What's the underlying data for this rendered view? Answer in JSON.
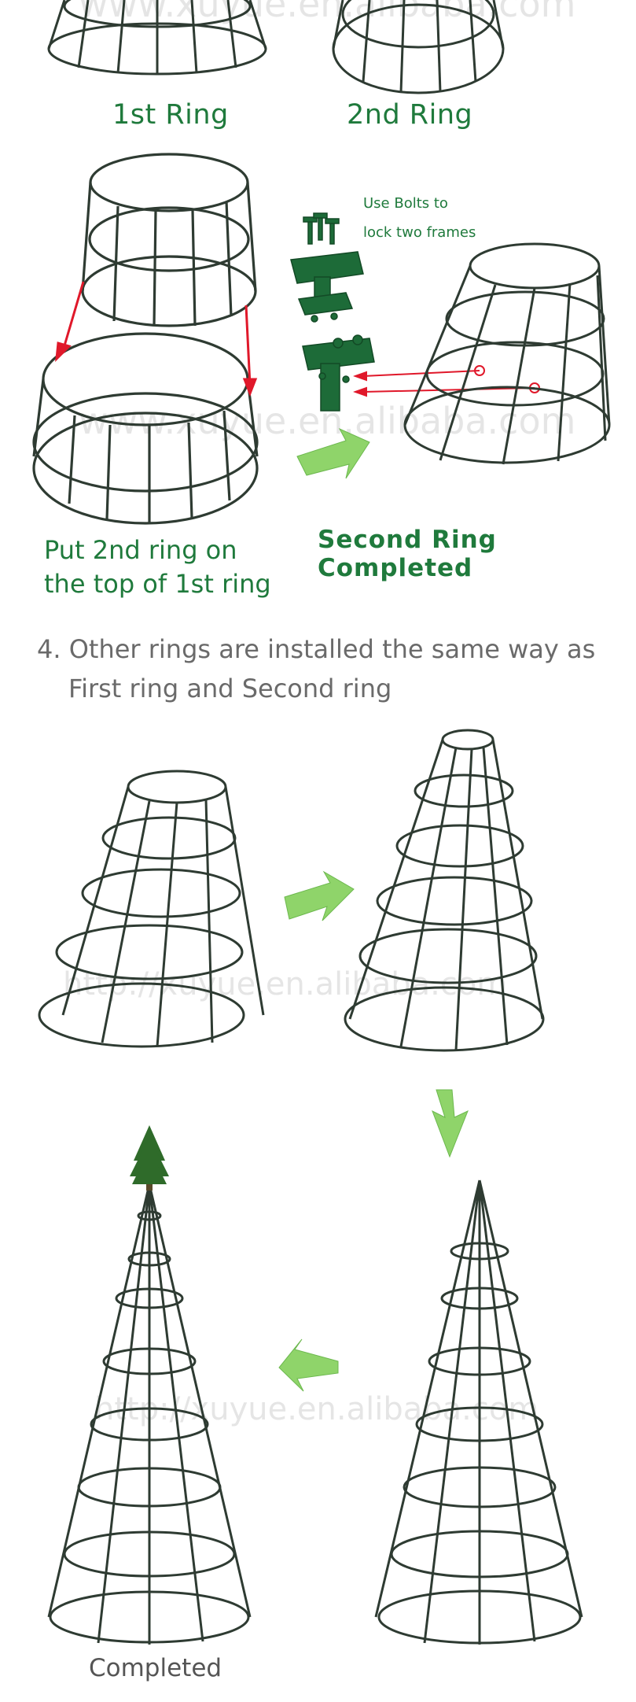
{
  "labels": {
    "ring1": "1st Ring",
    "ring2": "2nd Ring",
    "put_line1": "Put 2nd ring on",
    "put_line2": "the top of 1st ring",
    "bolt_line1": "Use Bolts to",
    "bolt_line2": "lock two frames",
    "second_completed": "Second Ring Completed",
    "step4_line1": "4. Other rings are installed the same way as",
    "step4_line2": "First ring and Second ring",
    "completed": "Completed"
  },
  "watermarks": {
    "w1": "www.xuyue.en.alibaba.com",
    "w2": "www.xuyue.en.alibaba.com",
    "w3": "http://xuyue.en.alibaba.com",
    "w4": "http://xuyue.en.alibaba.com"
  },
  "colors": {
    "frame": "#2e3b32",
    "label_green": "#1f7a3c",
    "part_green": "#1d6b38",
    "arrow_red": "#e0182a",
    "arrow_light_green": "#8fd46a",
    "text_gray": "#6a6a6a"
  }
}
